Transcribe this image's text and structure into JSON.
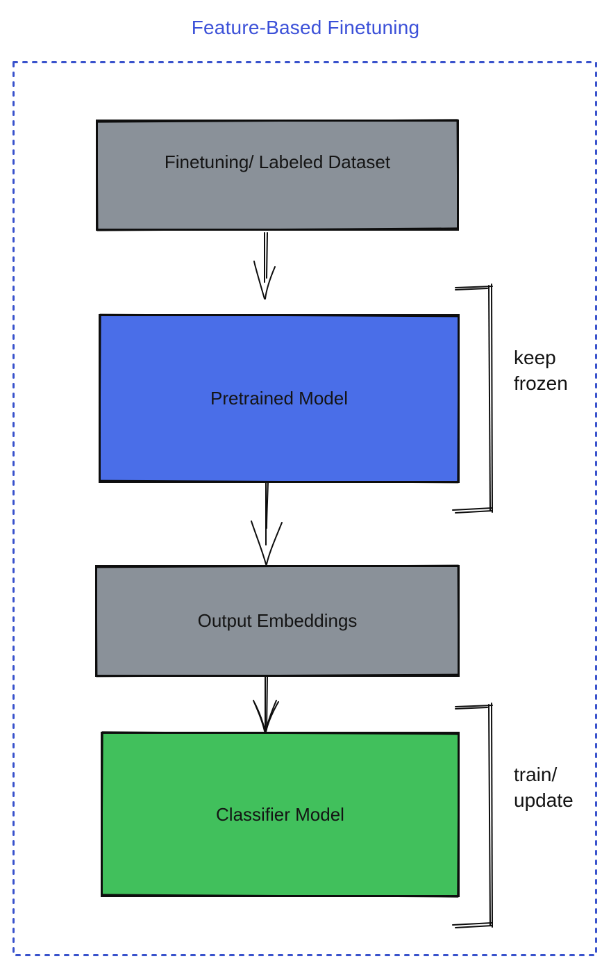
{
  "title": {
    "text": "Feature-Based Finetuning",
    "color": "#3b50d8"
  },
  "diagram": {
    "frame_color": "#3952cc",
    "nodes": [
      {
        "id": "finetuning-dataset",
        "label": "Finetuning/ Labeled Dataset",
        "fill": "#8a9199"
      },
      {
        "id": "pretrained-model",
        "label": "Pretrained Model",
        "fill": "#4a6ee8"
      },
      {
        "id": "output-embeddings",
        "label": "Output Embeddings",
        "fill": "#8a9199"
      },
      {
        "id": "classifier-model",
        "label": "Classifier Model",
        "fill": "#41c05c"
      }
    ],
    "edges": [
      {
        "from": "finetuning-dataset",
        "to": "pretrained-model"
      },
      {
        "from": "pretrained-model",
        "to": "output-embeddings"
      },
      {
        "from": "output-embeddings",
        "to": "classifier-model"
      }
    ],
    "annotations": [
      {
        "attached_to": "pretrained-model",
        "lines": [
          "keep",
          "frozen"
        ]
      },
      {
        "attached_to": "classifier-model",
        "lines": [
          "train/",
          "update"
        ]
      }
    ]
  }
}
